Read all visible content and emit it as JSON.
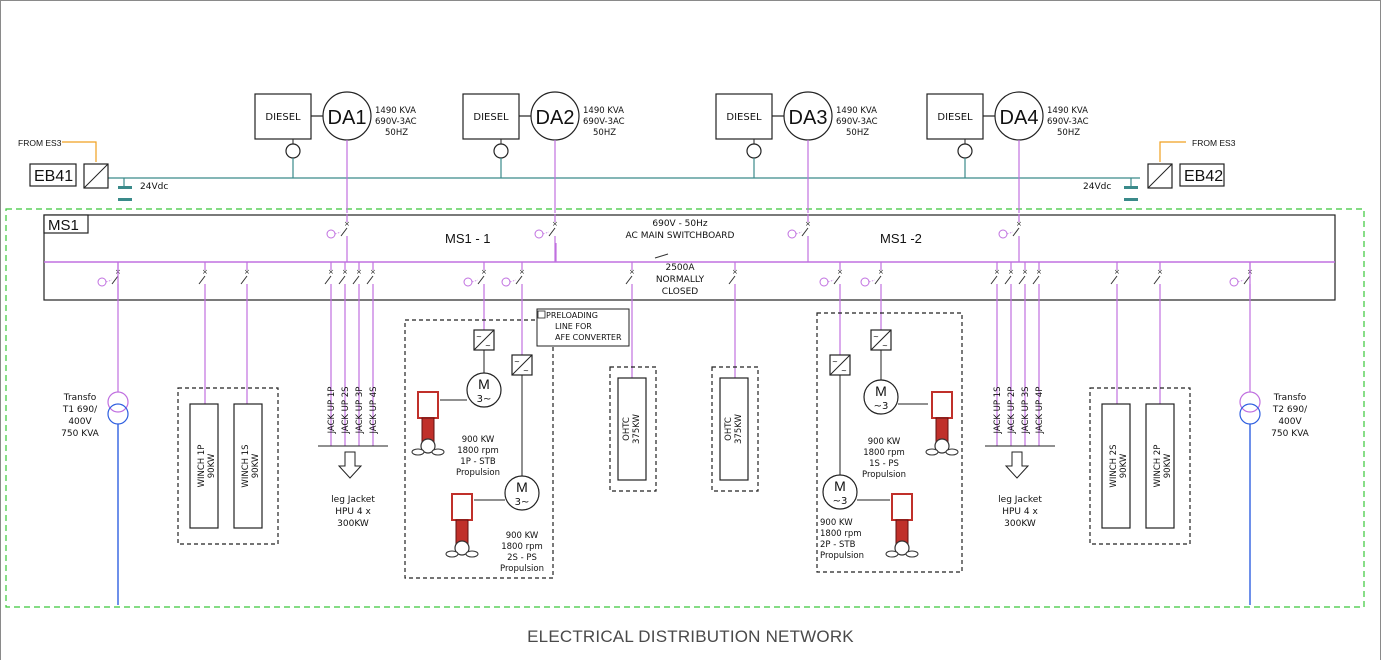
{
  "diagram": {
    "caption": "ELECTRICAL DISTRIBUTION NETWORK",
    "colors": {
      "bus": "#c070e0",
      "ground_bus": "#3a8a8a",
      "boundary": "#3ac83a",
      "feed": "#f0a020",
      "transfo_blue": "#3060e0",
      "hull_red": "#c0302a"
    },
    "generators": [
      {
        "id": "DA1",
        "diesel": "DIESEL",
        "spec": [
          "1490 KVA",
          "690V-3AC",
          "50HZ"
        ]
      },
      {
        "id": "DA2",
        "diesel": "DIESEL",
        "spec": [
          "1490 KVA",
          "690V-3AC",
          "50HZ"
        ]
      },
      {
        "id": "DA3",
        "diesel": "DIESEL",
        "spec": [
          "1490 KVA",
          "690V-3AC",
          "50HZ"
        ]
      },
      {
        "id": "DA4",
        "diesel": "DIESEL",
        "spec": [
          "1490 KVA",
          "690V-3AC",
          "50HZ"
        ]
      }
    ],
    "emergency": {
      "left": {
        "label": "EB41",
        "from": "FROM ES3",
        "dc": "24Vdc"
      },
      "right": {
        "label": "EB42",
        "from": "FROM ES3",
        "dc": "24Vdc"
      }
    },
    "switchboard": {
      "name": "MS1",
      "left_section": "MS1 - 1",
      "right_section": "MS1 -2",
      "rating": [
        "690V - 50Hz",
        "AC MAIN SWITCHBOARD"
      ],
      "tie": [
        "2500A",
        "NORMALLY",
        "CLOSED"
      ]
    },
    "transformers": [
      {
        "side": "left",
        "text": [
          "Transfo",
          "T1 690/",
          "400V",
          "750 KVA"
        ]
      },
      {
        "side": "right",
        "text": [
          "Transfo",
          "T2 690/",
          "400V",
          "750 KVA"
        ]
      }
    ],
    "winches": [
      "WINCH 1P",
      "WINCH 1S",
      "WINCH 2S",
      "WINCH 2P"
    ],
    "winch_power": "90KW",
    "jackups_left": [
      "JACK UP 1P",
      "JACK UP 2S",
      "JACK UP 3P",
      "JACK UP 4S"
    ],
    "jackups_right": [
      "JACK UP 1S",
      "JACK UP 2P",
      "JACK UP 3S",
      "JACK UP 4P"
    ],
    "leg_jacket": [
      "leg Jacket",
      "HPU 4 x",
      "300KW"
    ],
    "preloading": [
      "PRELOADING",
      "LINE FOR",
      "AFE CONVERTER"
    ],
    "ohtc": {
      "name": "OHTC",
      "power": "375KW"
    },
    "motor_symbol": "M",
    "propulsion": [
      {
        "text": [
          "900 KW",
          "1800 rpm",
          "1P - STB",
          "Propulsion"
        ],
        "phase": "3~"
      },
      {
        "text": [
          "900 KW",
          "1800 rpm",
          "2S - PS",
          "Propulsion"
        ],
        "phase": "3~"
      },
      {
        "text": [
          "900 KW",
          "1800 rpm",
          "1S - PS",
          "Propulsion"
        ],
        "phase": "~3"
      },
      {
        "text": [
          "900 KW",
          "1800 rpm",
          "2P - STB",
          "Propulsion"
        ],
        "phase": "~3"
      }
    ]
  }
}
